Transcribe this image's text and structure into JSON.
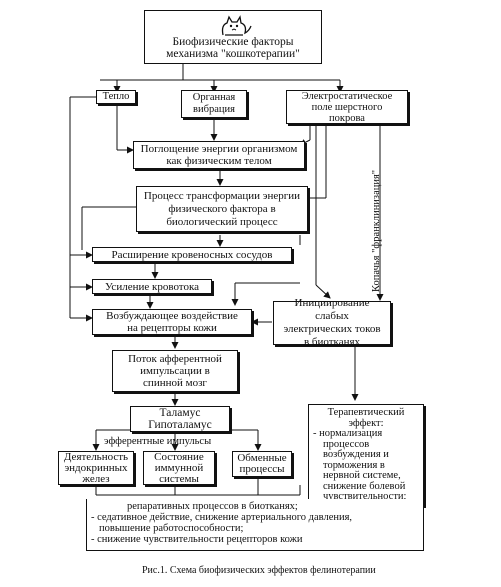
{
  "title": {
    "line1": "Биофизические факторы",
    "line2": "механизма \"кошкотерапии\"",
    "cat_icon": "cat-icon"
  },
  "factors": {
    "heat": "Тепло",
    "vibration_l1": "Органная",
    "vibration_l2": "вибрация",
    "electro_l1": "Электростатическое",
    "electro_l2": "поле шерстного",
    "electro_l3": "покрова"
  },
  "absorption_l1": "Поглощение энергии организмом",
  "absorption_l2": "как физическим телом",
  "transform_l1": "Процесс трансформации энергии",
  "transform_l2": "физического фактора в",
  "transform_l3": "биологический процесс",
  "vessels": "Расширение кровеносных сосудов",
  "bloodflow": "Усиление кровотока",
  "receptors_l1": "Возбуждающее воздействие",
  "receptors_l2": "на рецепторы кожи",
  "currents_l1": "Инициирование слабых",
  "currents_l2": "электрических токов",
  "currents_l3": "в биотканях",
  "side_label": "Копачья \"франклинизация\"",
  "afferent_l1": "Поток афферентной",
  "afferent_l2": "импульсации в",
  "afferent_l3": "спинной мозг",
  "thalamus_l1": "Таламус",
  "thalamus_l2": "Гипоталамус",
  "efferent": "эфферентные импульсы",
  "endocrine_l1": "Деятельность",
  "endocrine_l2": "эндокринных",
  "endocrine_l3": "желез",
  "immune_l1": "Состояние",
  "immune_l2": "иммунной",
  "immune_l3": "системы",
  "metabolic_l1": "Обменные",
  "metabolic_l2": "процессы",
  "therapy": {
    "title_l1": "Терапевтический",
    "title_l2": "эффект:",
    "item1_l1": "- нормализация",
    "item1_l2": "процессов",
    "item1_l3": "возбуждения и",
    "item1_l4": "торможения в",
    "item1_l5": "нервной системе,",
    "item1_l6": "снижение болевой",
    "item1_l7": "чувствительности;",
    "item2": "репаративных процессов в биотканях;",
    "item3_l1": "- седативное действие, снижение артериального давления,",
    "item3_l2": "повышение работоспособности;",
    "item4": "- снижение чувствительности рецепторов кожи"
  },
  "caption": "Рис.1. Схема биофизических эффектов фелинотерапии"
}
